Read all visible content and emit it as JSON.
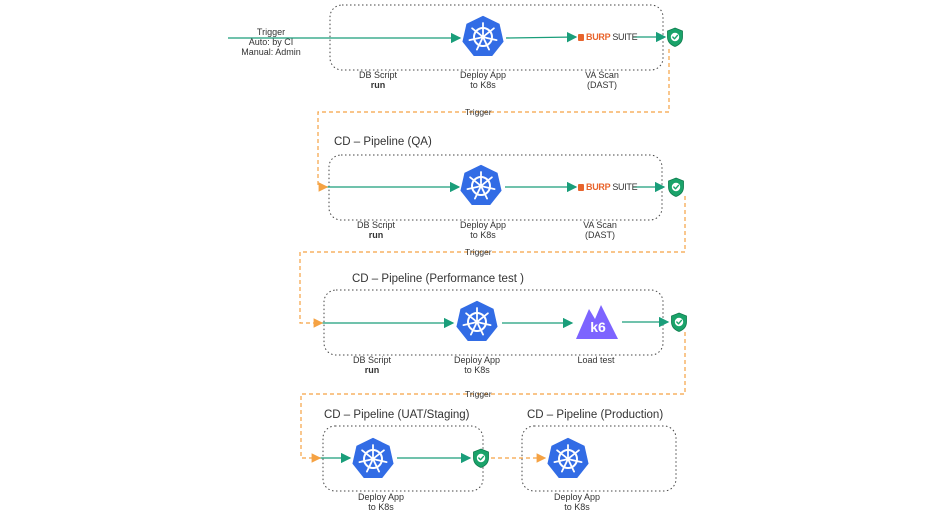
{
  "trigger_start": {
    "line1": "Trigger",
    "line2": "Auto: by CI",
    "line3": "Manual: Admin"
  },
  "pipelines": {
    "qa_title": "CD – Pipeline (QA)",
    "perf_title": "CD – Pipeline (Performance test )",
    "uat_title": "CD – Pipeline (UAT/Staging)",
    "prod_title": "CD – Pipeline (Production)"
  },
  "labels": {
    "db_script": "DB Script",
    "run": "run",
    "deploy_app": "Deploy App",
    "to_k8s": "to K8s",
    "va_scan": "VA Scan",
    "dast": "(DAST)",
    "load_test": "Load test",
    "trigger": "Trigger",
    "burp_brand": "BURP",
    "burp_suite": "SUITE",
    "k6": "k6"
  },
  "colors": {
    "k8s_blue": "#326ce5",
    "arrow_green": "#1a9e7a",
    "trigger_orange": "#f5a243",
    "shield_green": "#1aa36a",
    "k6_purple": "#7d64ff",
    "burp_orange": "#e8642c"
  }
}
